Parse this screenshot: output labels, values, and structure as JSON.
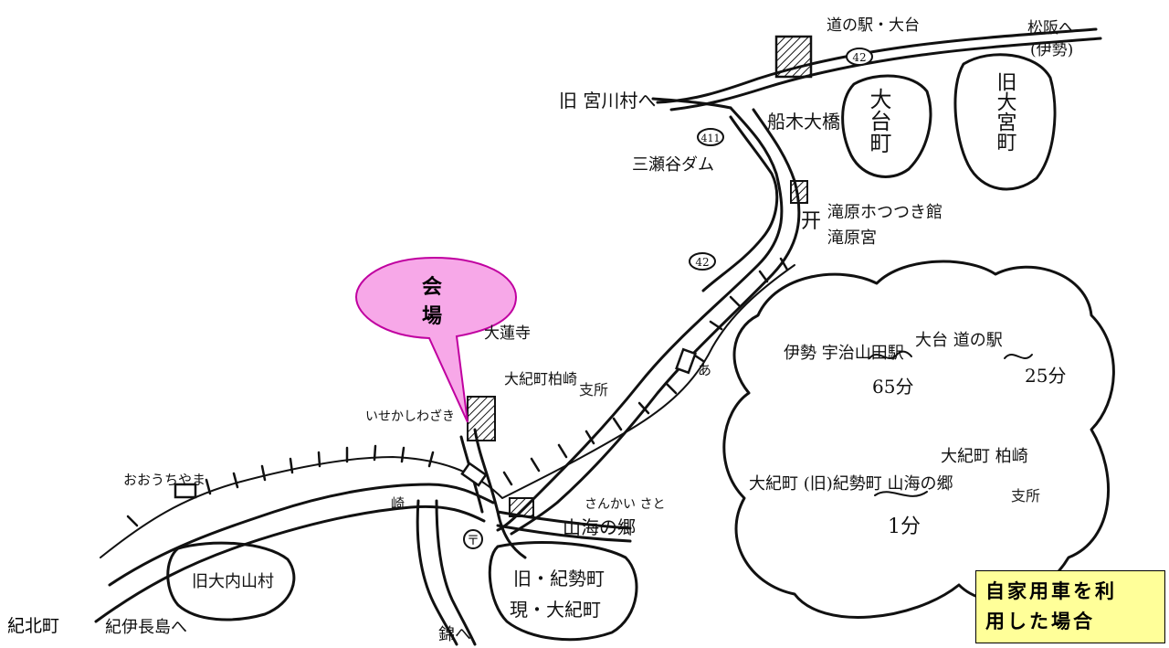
{
  "map": {
    "venue_label": "会 場",
    "labels": {
      "michinoeki_odai": "道の駅・大台",
      "matsusaka": "松阪へ",
      "ise_paren": "(伊勢)",
      "old_odai_town": "旧大宮町",
      "odai_town": "大台町",
      "old_miyagawa": "旧 宮川村へ",
      "funaki_bridge": "船木大橋",
      "misedani_dam": "三瀬谷ダム",
      "takihara_ichi": "滝原ホつつき館",
      "takihara_shrine": "滝原宮",
      "dairenji": "大蓮寺",
      "kashiwazaki_branch": "大紀町柏崎",
      "shisho": "支所",
      "ise_kashiwazaki": "いせかしわざき",
      "ouchiyama_station": "おおうちやま",
      "ane": "あ",
      "sankai_kana": "さんかい さと",
      "sankai_sato": "山海の郷",
      "saki": "崎",
      "old_ouchiyama": "旧大内山村",
      "old_kisei": "旧・紀勢町",
      "current_taiki": "現・大紀町",
      "kiinagashima": "紀伊長島へ",
      "nishiki": "錦へ",
      "kihoku_town": "紀北町"
    },
    "road_numbers": {
      "r42_top": "42",
      "r42_mid": "42",
      "r411": "411"
    },
    "shrine_mark": "开",
    "post_mark": "〒"
  },
  "legend": {
    "row1": {
      "from": "伊勢 宇治山田駅",
      "duration": "65分",
      "to": "大台 道の駅",
      "tail": "25分"
    },
    "row2": {
      "from": "大紀町 (旧)紀勢町 山海の郷",
      "duration": "1分",
      "to": "大紀町 柏崎",
      "branch": "支所"
    }
  },
  "caption": {
    "line1": "自家用車を利",
    "line2": "用した場合"
  },
  "colors": {
    "bubble_fill": "#f7a8e8",
    "bubble_stroke": "#c000a0",
    "caption_bg": "#ffff99",
    "ink": "#111111"
  }
}
